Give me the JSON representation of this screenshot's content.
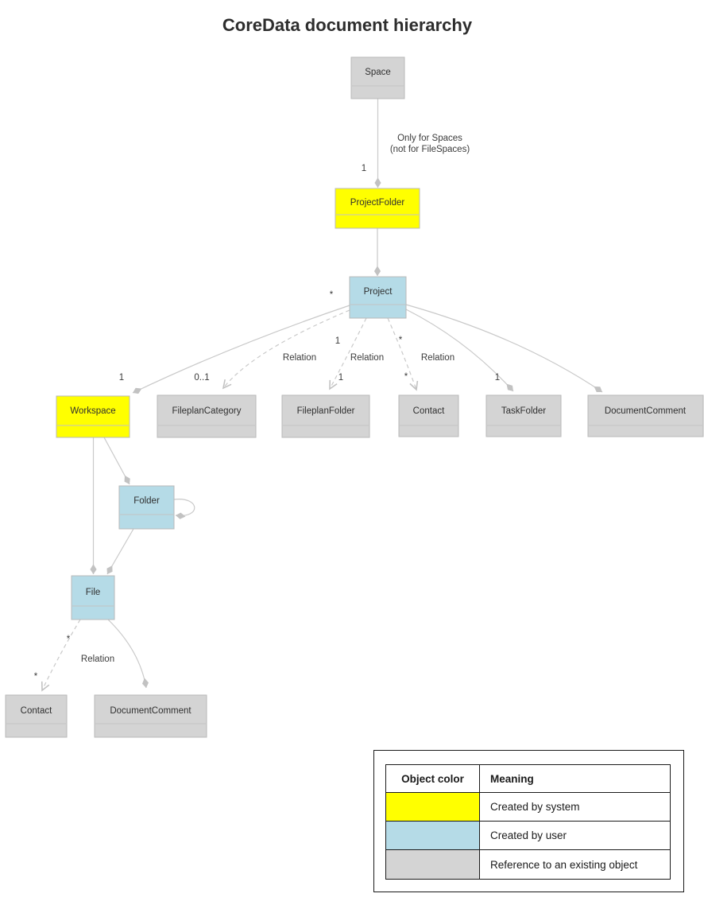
{
  "title": "CoreData document hierarchy",
  "nodes": {
    "space": "Space",
    "project_folder": "ProjectFolder",
    "project": "Project",
    "workspace": "Workspace",
    "fileplan_category": "FileplanCategory",
    "fileplan_folder": "FileplanFolder",
    "contact": "Contact",
    "task_folder": "TaskFolder",
    "document_comment": "DocumentComment",
    "folder": "Folder",
    "file": "File",
    "contact_bottom": "Contact",
    "document_comment_bottom": "DocumentComment"
  },
  "edge_labels": {
    "space_projectfolder_mult": "1",
    "space_note_line1": "Only for Spaces",
    "space_note_line2": "(not for FileSpaces)",
    "projectfolder_project_mult": "*",
    "project_workspace_mult": "1",
    "project_fileplancategory_mult": "0..1",
    "relation_fileplancategory": "Relation",
    "relation_fileplanfolder": "Relation",
    "relation_contact": "Relation",
    "project_fileplanfolder_mult_src": "1",
    "project_fileplanfolder_mult_dst": "1",
    "project_contact_mult_src": "*",
    "project_contact_mult_dst": "*",
    "project_taskfolder_mult": "1",
    "file_contact_mult_src": "*",
    "file_contact_mult_dst": "*",
    "file_contact_relation": "Relation"
  },
  "colors": {
    "created_by_system": "#ffff00",
    "created_by_user": "#b5dbe7",
    "reference": "#d4d4d4"
  },
  "legend": {
    "col1_header": "Object color",
    "col2_header": "Meaning",
    "rows": [
      {
        "meaning": "Created by system"
      },
      {
        "meaning": "Created by user"
      },
      {
        "meaning": "Reference to an existing object"
      }
    ]
  }
}
